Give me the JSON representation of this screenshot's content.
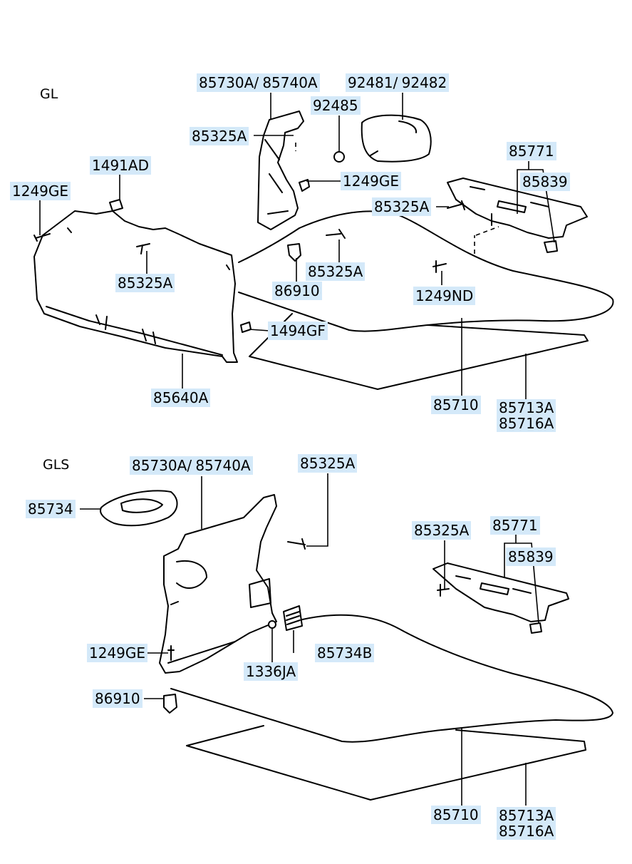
{
  "sections": {
    "gl": {
      "label": "GL",
      "parts": {
        "p85730a": "85730A",
        "p85740a": "85740A",
        "p92481": "92481",
        "p92482": "92482",
        "p92485": "92485",
        "p85325a_top": "85325A",
        "p1491ad": "1491AD",
        "p1249ge_left": "1249GE",
        "p1249ge_mid": "1249GE",
        "p85771": "85771",
        "p85839": "85839",
        "p85325a_right": "85325A",
        "p85325a_panel": "85325A",
        "p85325a_mid": "85325A",
        "p86910": "86910",
        "p1249nd": "1249ND",
        "p1494gf": "1494GF",
        "p85640a": "85640A",
        "p85710": "85710",
        "p85713a": "85713A",
        "p85716a": "85716A"
      }
    },
    "gls": {
      "label": "GLS",
      "parts": {
        "p85730a": "85730A",
        "p85740a": "85740A",
        "p85325a_top": "85325A",
        "p85734": "85734",
        "p85325a_right": "85325A",
        "p85771": "85771",
        "p85839": "85839",
        "p1249ge": "1249GE",
        "p85734b": "85734B",
        "p1336ja": "1336JA",
        "p86910": "86910",
        "p85710": "85710",
        "p85713a": "85713A",
        "p85716a": "85716A"
      }
    }
  }
}
